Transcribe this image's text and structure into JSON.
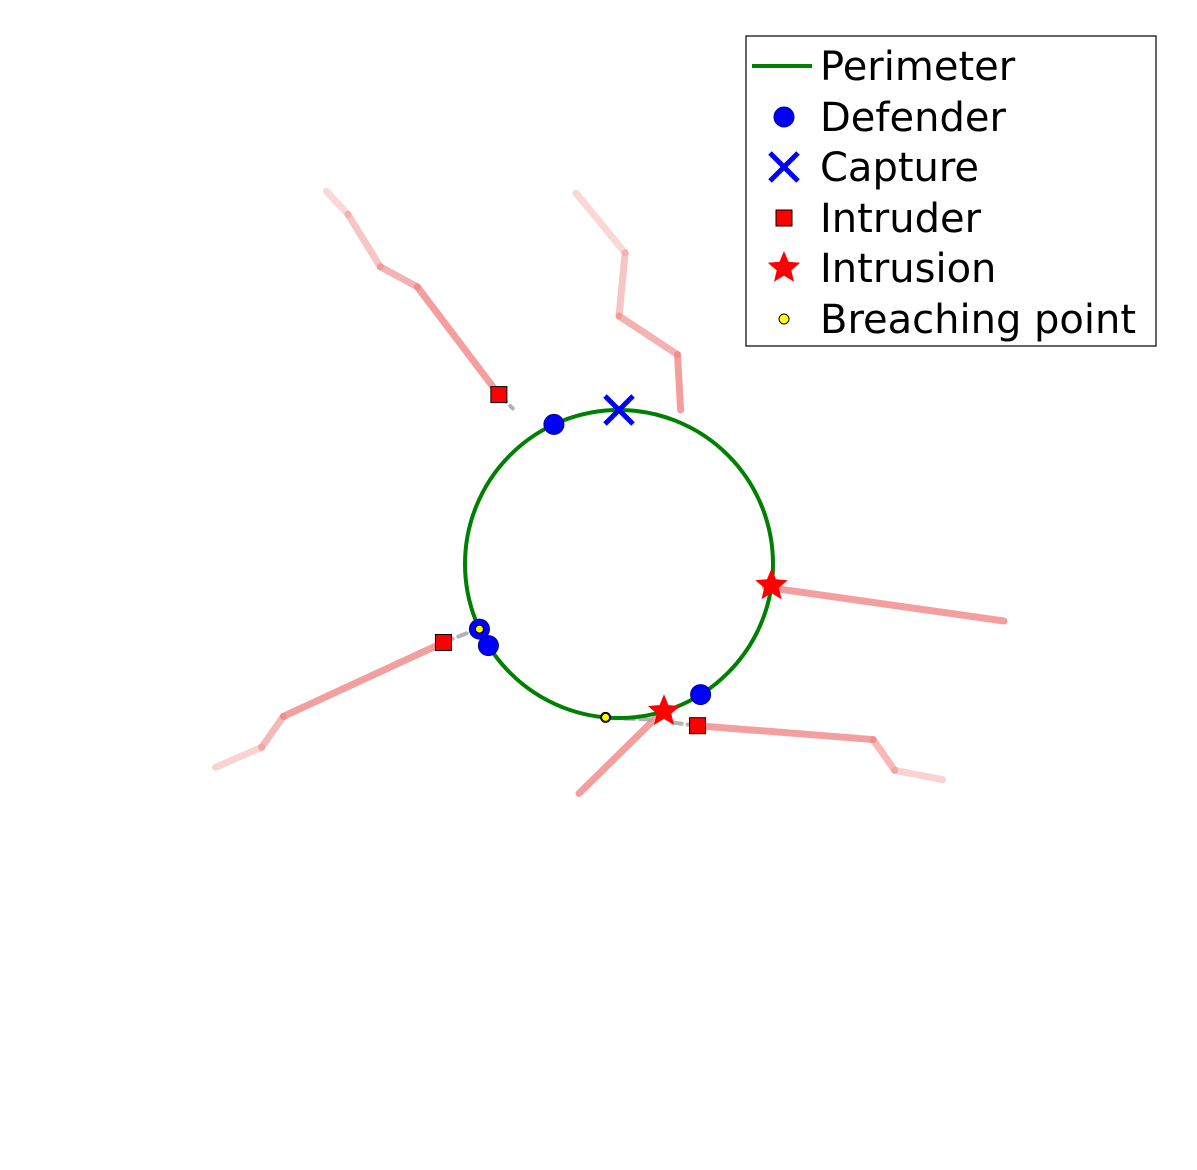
{
  "colors": {
    "perimeter": "#008000",
    "defender": "#0000ff",
    "capture": "#0000ff",
    "intruder": "#ff0000",
    "intrusion": "#ff0000",
    "breach": "#ffff00",
    "trail_red": "#f08080",
    "trail_gray": "#a0a0a0"
  },
  "legend": {
    "perimeter": "Perimeter",
    "defender": "Defender",
    "capture": "Capture",
    "intruder": "Intruder",
    "intrusion": "Intrusion",
    "breach": "Breaching point"
  },
  "scene": {
    "perimeter": {
      "center": [
        0,
        0
      ],
      "radius": 1.0
    },
    "defenders": [
      {
        "angle_deg": 115
      },
      {
        "angle_deg": 205
      },
      {
        "angle_deg": 212
      },
      {
        "angle_deg": 302
      }
    ],
    "captures": [
      {
        "angle_deg": 90
      }
    ],
    "intrusions": [
      {
        "angle_deg": -8
      },
      {
        "angle_deg": -73
      }
    ],
    "breaching_points": [
      {
        "angle_deg": 205
      },
      {
        "angle_deg": 265
      }
    ],
    "intruders": [
      {
        "pos": [
          -0.78,
          1.1
        ]
      },
      {
        "pos": [
          -1.14,
          -0.51
        ]
      },
      {
        "pos": [
          0.51,
          -1.05
        ]
      }
    ],
    "red_trails": [
      [
        [
          -0.78,
          1.1
        ],
        [
          -1.31,
          1.8
        ],
        [
          -1.55,
          1.93
        ],
        [
          -1.76,
          2.27
        ],
        [
          -1.9,
          2.42
        ]
      ],
      [
        [
          -1.14,
          -0.51
        ],
        [
          -2.18,
          -0.99
        ],
        [
          -2.32,
          -1.19
        ],
        [
          -2.62,
          -1.32
        ]
      ],
      [
        [
          0.51,
          -1.05
        ],
        [
          1.65,
          -1.14
        ],
        [
          1.79,
          -1.34
        ],
        [
          2.1,
          -1.4
        ]
      ],
      [
        [
          0.95,
          -0.15
        ],
        [
          2.5,
          -0.37
        ]
      ],
      [
        [
          0.29,
          -0.95
        ],
        [
          -0.26,
          -1.49
        ]
      ],
      [
        [
          0.4,
          1.0
        ],
        [
          0.38,
          1.36
        ],
        [
          -0.0,
          1.61
        ],
        [
          0.04,
          2.02
        ],
        [
          -0.28,
          2.41
        ]
      ]
    ],
    "gray_trails": [
      [
        [
          -0.78,
          1.1
        ],
        [
          -0.69,
          1.01
        ]
      ],
      [
        [
          -1.14,
          -0.51
        ],
        [
          -0.99,
          -0.45
        ]
      ],
      [
        [
          0.51,
          -1.05
        ],
        [
          0.35,
          -1.03
        ]
      ],
      [
        [
          -0.07,
          -1.0
        ],
        [
          0.21,
          -1.01
        ]
      ]
    ]
  }
}
